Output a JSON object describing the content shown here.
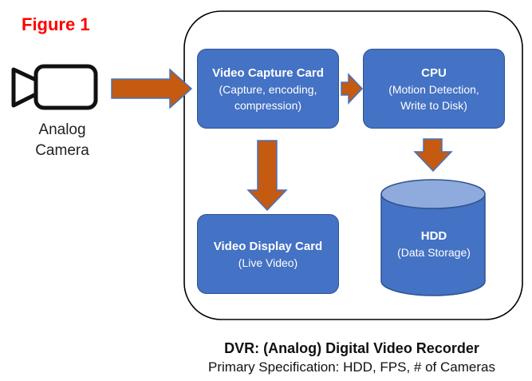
{
  "figure_label": "Figure 1",
  "camera": {
    "line1": "Analog",
    "line2": "Camera",
    "icon": "video-camera-icon"
  },
  "nodes": {
    "capture": {
      "title": "Video Capture Card",
      "sub1": "(Capture, encoding,",
      "sub2": "compression)"
    },
    "cpu": {
      "title": "CPU",
      "sub1": "(Motion Detection,",
      "sub2": "Write to Disk)"
    },
    "display": {
      "title": "Video Display Card",
      "sub1": "(Live Video)"
    },
    "hdd": {
      "title": "HDD",
      "sub1": "(Data Storage)"
    }
  },
  "caption": {
    "title": "DVR:  (Analog) Digital Video Recorder",
    "subtitle": "Primary Specification:  HDD, FPS, # of Cameras"
  },
  "colors": {
    "node_fill": "#4472c4",
    "node_border": "#2f528f",
    "hdd_top": "#8faadc",
    "arrow_fill": "#c55a11",
    "arrow_border": "#4472c4",
    "title_red": "#ff0000"
  }
}
